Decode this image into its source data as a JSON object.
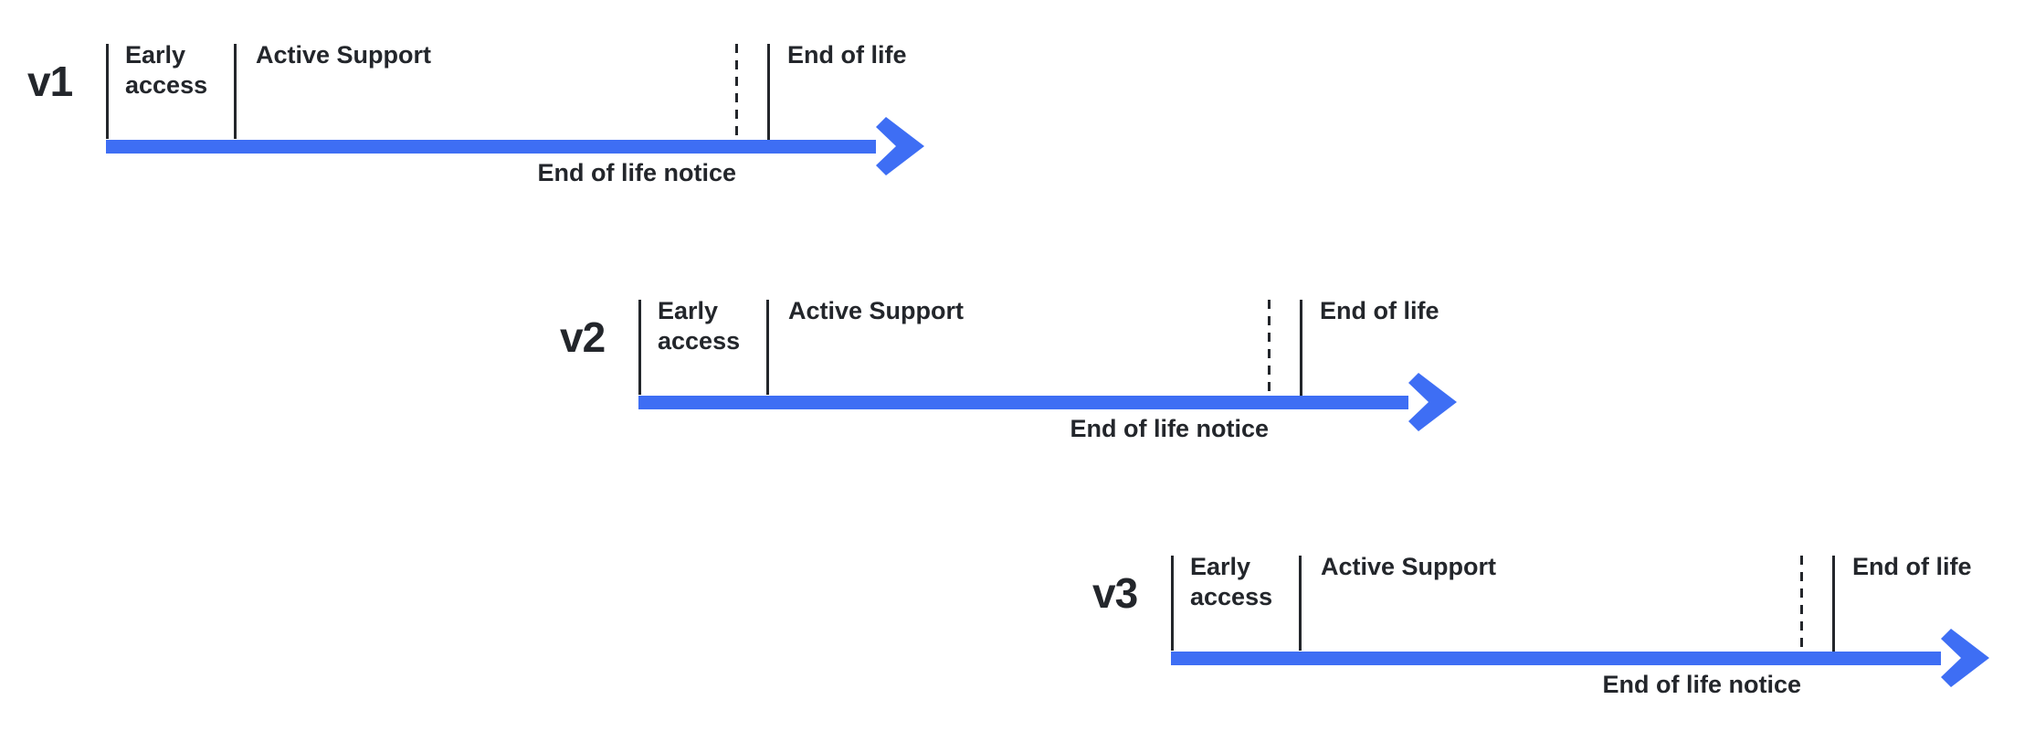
{
  "diagram": {
    "colors": {
      "arrow": "#3E6EF4",
      "ink": "#23262B"
    },
    "labels": {
      "early_access": "Early access",
      "active_support": "Active Support",
      "end_of_life": "End of life",
      "end_of_life_notice": "End of life notice"
    },
    "timelines": [
      {
        "version": "v1"
      },
      {
        "version": "v2"
      },
      {
        "version": "v3"
      }
    ]
  }
}
